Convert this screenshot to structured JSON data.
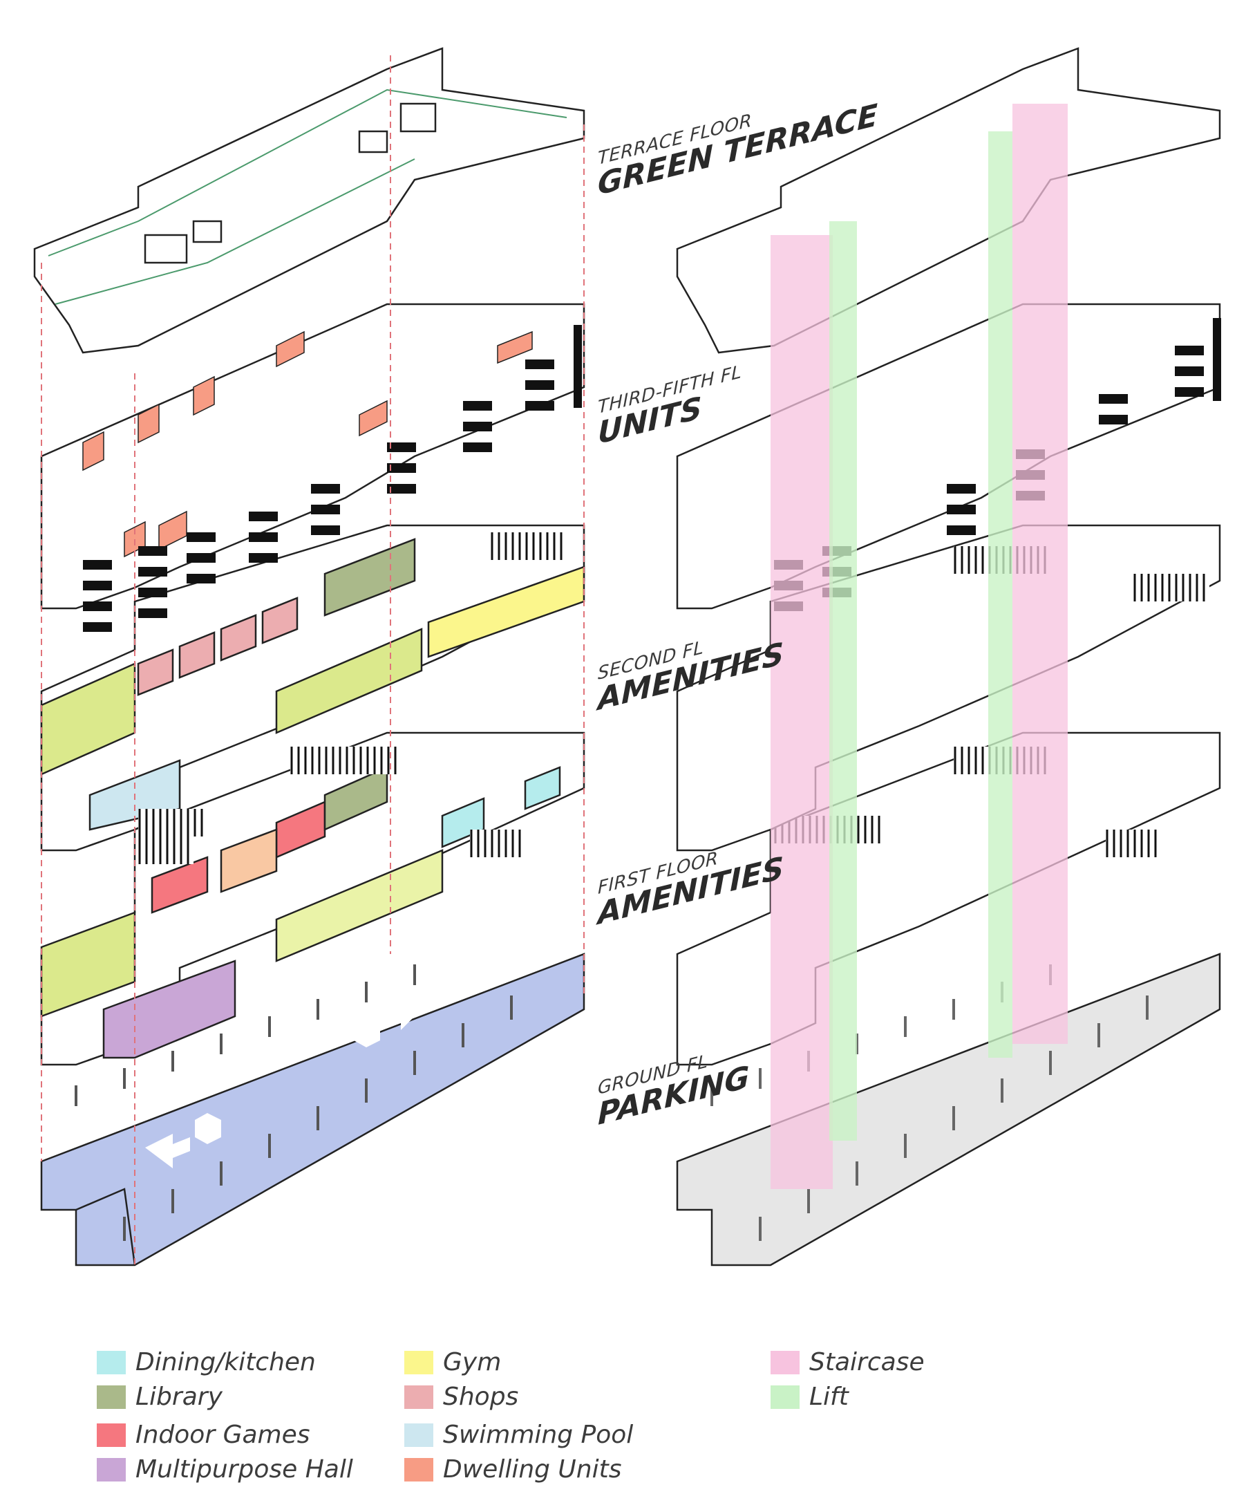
{
  "floor_labels": [
    {
      "id": "terrace",
      "sub": "TERRACE FLOOR",
      "main": "GREEN TERRACE"
    },
    {
      "id": "units",
      "sub": "THIRD-FIFTH FL",
      "main": "UNITS"
    },
    {
      "id": "second",
      "sub": "SECOND FL",
      "main": "AMENITIES"
    },
    {
      "id": "first",
      "sub": "FIRST FLOOR",
      "main": "AMENITIES"
    },
    {
      "id": "ground",
      "sub": "GROUND FL",
      "main": "PARKING"
    }
  ],
  "legend": [
    {
      "label": "Dining/kitchen",
      "color": "#b5eced"
    },
    {
      "label": "Library",
      "color": "#aab98a"
    },
    {
      "label": "Indoor Games",
      "color": "#f5777f"
    },
    {
      "label": "Multipurpose Hall",
      "color": "#c9a6d6"
    },
    {
      "label": "Gym",
      "color": "#fbf68c"
    },
    {
      "label": "Shops",
      "color": "#ecadb0"
    },
    {
      "label": "Swimming Pool",
      "color": "#cde7f0"
    },
    {
      "label": "Dwelling Units",
      "color": "#f79c84"
    },
    {
      "label": "Staircase",
      "color": "#f7c3df"
    },
    {
      "label": "Lift",
      "color": "#c9f2c6"
    }
  ],
  "colors": {
    "parking_fill": "#b9c5ec",
    "parking_fill_right": "#e6e6e6",
    "zone_lime": "#dbe98c",
    "guide_line": "#e0737a",
    "outline": "#222222",
    "balcony": "#111111"
  }
}
